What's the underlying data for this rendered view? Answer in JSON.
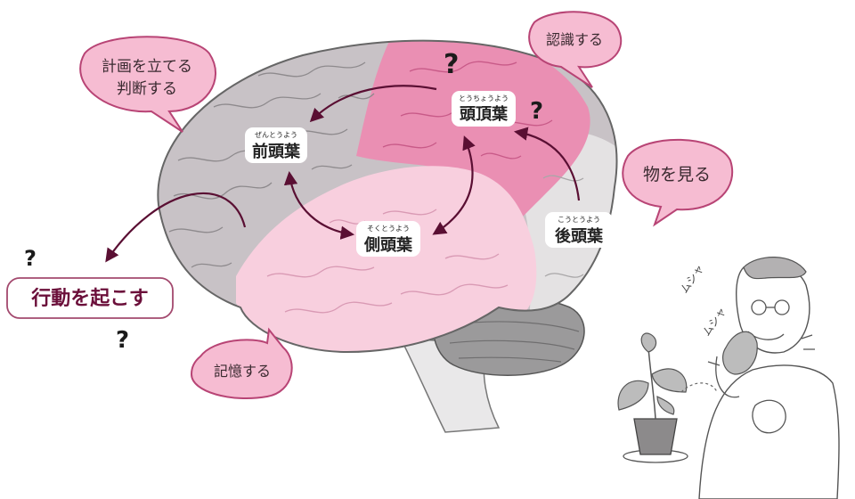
{
  "bubbles": {
    "planning": [
      "計画を立てる",
      "判断する"
    ],
    "recognize": "認識する",
    "see": "物を見る",
    "memory": "記憶する"
  },
  "lobes": {
    "frontal": {
      "label": "前頭葉",
      "ruby": "ぜんとうよう"
    },
    "parietal": {
      "label": "頭頂葉",
      "ruby": "とうちょうよう"
    },
    "temporal": {
      "label": "側頭葉",
      "ruby": "そくとうよう"
    },
    "occipital": {
      "label": "後頭葉",
      "ruby": "こうとうよう"
    }
  },
  "action": "行動を起こす",
  "question_mark": "?",
  "sound_effect": [
    "ムシャ",
    "ムシャ"
  ],
  "colors": {
    "frontal": "#c8c2c6",
    "parietal": "#ea8fb3",
    "temporal": "#f8cfde",
    "occipital": "#e4e2e3",
    "cerebellum": "#9b9a9b",
    "bubble_fill": "#f6bcd2",
    "bubble_stroke": "#b84475",
    "arrow": "#5a0f33",
    "action_border": "#a3496e"
  }
}
